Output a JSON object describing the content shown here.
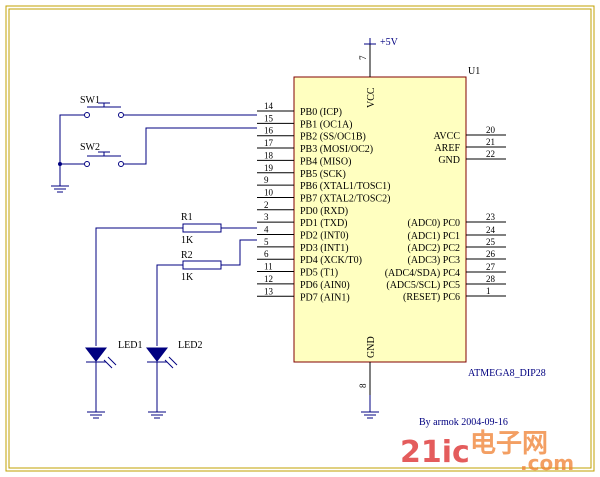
{
  "ic": {
    "ref": "U1",
    "part": "ATMEGA8_DIP28",
    "vcc_label": "VCC",
    "vcc_pin": "7",
    "gnd_label": "GND",
    "gnd_pin": "8",
    "left_pins": [
      {
        "num": "14",
        "name": "PB0 (ICP)"
      },
      {
        "num": "15",
        "name": "PB1 (OC1A)"
      },
      {
        "num": "16",
        "name": "PB2 (SS/OC1B)"
      },
      {
        "num": "17",
        "name": "PB3 (MOSI/OC2)"
      },
      {
        "num": "18",
        "name": "PB4 (MISO)"
      },
      {
        "num": "19",
        "name": "PB5 (SCK)"
      },
      {
        "num": "9",
        "name": "PB6 (XTAL1/TOSC1)"
      },
      {
        "num": "10",
        "name": "PB7 (XTAL2/TOSC2)"
      },
      {
        "num": "2",
        "name": "PD0 (RXD)"
      },
      {
        "num": "3",
        "name": "PD1 (TXD)"
      },
      {
        "num": "4",
        "name": "PD2 (INT0)"
      },
      {
        "num": "5",
        "name": "PD3 (INT1)"
      },
      {
        "num": "6",
        "name": "PD4 (XCK/T0)"
      },
      {
        "num": "11",
        "name": "PD5 (T1)"
      },
      {
        "num": "12",
        "name": "PD6 (AIN0)"
      },
      {
        "num": "13",
        "name": "PD7 (AIN1)"
      }
    ],
    "right_pins": [
      {
        "num": "20",
        "name": "AVCC"
      },
      {
        "num": "21",
        "name": "AREF"
      },
      {
        "num": "22",
        "name": "GND"
      },
      {
        "num": "23",
        "name": "(ADC0) PC0"
      },
      {
        "num": "24",
        "name": "(ADC1) PC1"
      },
      {
        "num": "25",
        "name": "(ADC2) PC2"
      },
      {
        "num": "26",
        "name": "(ADC3) PC3"
      },
      {
        "num": "27",
        "name": "(ADC4/SDA) PC4"
      },
      {
        "num": "28",
        "name": "(ADC5/SCL) PC5"
      },
      {
        "num": "1",
        "name": "(RESET) PC6"
      }
    ]
  },
  "power": {
    "label": "+5V"
  },
  "switches": [
    {
      "ref": "SW1"
    },
    {
      "ref": "SW2"
    }
  ],
  "resistors": [
    {
      "ref": "R1",
      "value": "1K"
    },
    {
      "ref": "R2",
      "value": "1K"
    }
  ],
  "leds": [
    {
      "ref": "LED1"
    },
    {
      "ref": "LED2"
    }
  ],
  "credit": "By armok 2004-09-16",
  "watermark": {
    "part1": "21ic",
    "part2": "电子网",
    "part3": ".com"
  },
  "colors": {
    "wire": "#000080",
    "ic_fill": "#ffffc0",
    "ic_border": "#800000",
    "frame": "#c0a000"
  }
}
